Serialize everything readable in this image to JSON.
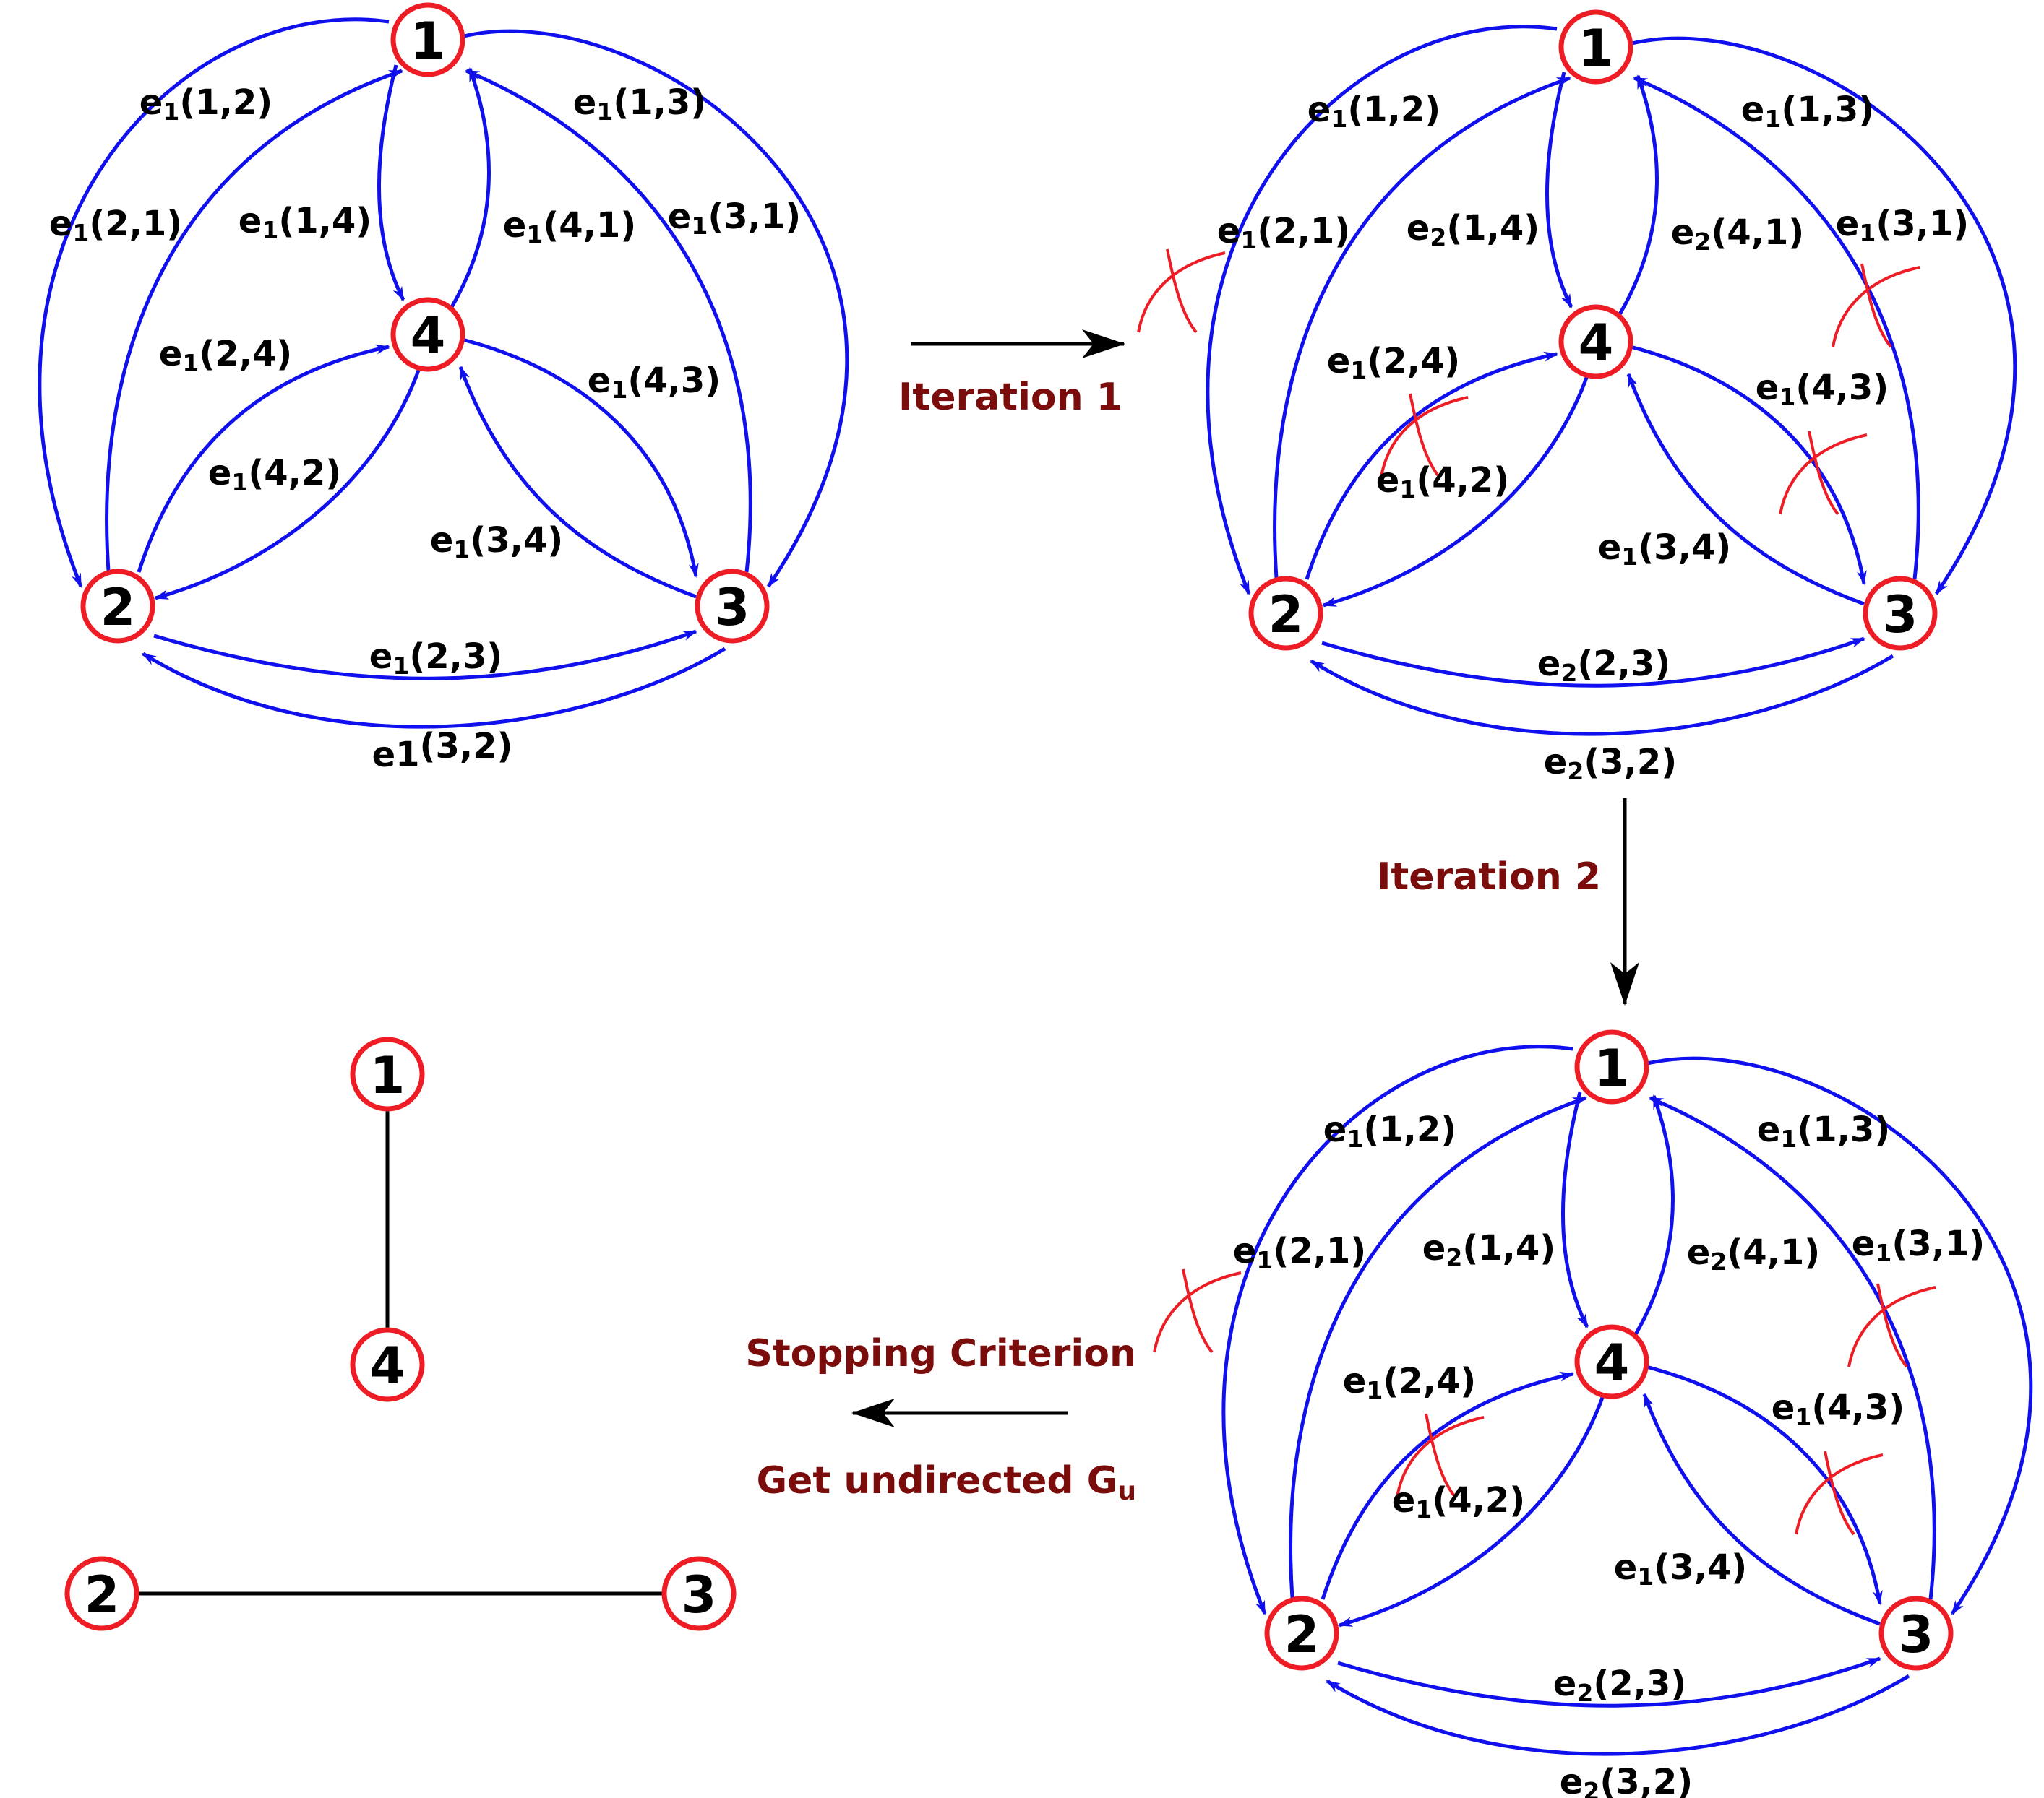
{
  "colors": {
    "node_stroke": "#ee1c24",
    "edge": "#1010ee",
    "cut_mark": "#ee1c24",
    "step_text": "#7b0c0c",
    "arrow": "#000000"
  },
  "steps": {
    "iteration1": "Iteration 1",
    "iteration2": "Iteration 2",
    "stopping": "Stopping Criterion",
    "undirected_prefix": "Get undirected G",
    "undirected_sub": "u"
  },
  "graphs": [
    {
      "id": "g0",
      "nodes": [
        "1",
        "2",
        "3",
        "4"
      ],
      "edges": [
        {
          "from": "1",
          "to": "2",
          "label": "e",
          "sub": "1",
          "pair": "(1,2)",
          "removed": false
        },
        {
          "from": "2",
          "to": "1",
          "label": "e",
          "sub": "1",
          "pair": "(2,1)",
          "removed": false
        },
        {
          "from": "1",
          "to": "3",
          "label": "e",
          "sub": "1",
          "pair": "(1,3)",
          "removed": false
        },
        {
          "from": "3",
          "to": "1",
          "label": "e",
          "sub": "1",
          "pair": "(3,1)",
          "removed": false
        },
        {
          "from": "1",
          "to": "4",
          "label": "e",
          "sub": "1",
          "pair": "(1,4)",
          "removed": false
        },
        {
          "from": "4",
          "to": "1",
          "label": "e",
          "sub": "1",
          "pair": "(4,1)",
          "removed": false
        },
        {
          "from": "2",
          "to": "4",
          "label": "e",
          "sub": "1",
          "pair": "(2,4)",
          "removed": false
        },
        {
          "from": "4",
          "to": "2",
          "label": "e",
          "sub": "1",
          "pair": "(4,2)",
          "removed": false
        },
        {
          "from": "4",
          "to": "3",
          "label": "e",
          "sub": "1",
          "pair": "(4,3)",
          "removed": false
        },
        {
          "from": "3",
          "to": "4",
          "label": "e",
          "sub": "1",
          "pair": "(3,4)",
          "removed": false
        },
        {
          "from": "2",
          "to": "3",
          "label": "e",
          "sub": "1",
          "pair": "(2,3)",
          "removed": false
        },
        {
          "from": "3",
          "to": "2",
          "label": "e1",
          "sub": "",
          "pair": "(3,2)",
          "removed": false
        }
      ]
    },
    {
      "id": "g1",
      "nodes": [
        "1",
        "2",
        "3",
        "4"
      ],
      "edges": [
        {
          "from": "1",
          "to": "2",
          "label": "e",
          "sub": "1",
          "pair": "(1,2)",
          "removed": false
        },
        {
          "from": "2",
          "to": "1",
          "label": "e",
          "sub": "1",
          "pair": "(2,1)",
          "removed": true
        },
        {
          "from": "1",
          "to": "3",
          "label": "e",
          "sub": "1",
          "pair": "(1,3)",
          "removed": false
        },
        {
          "from": "3",
          "to": "1",
          "label": "e",
          "sub": "1",
          "pair": "(3,1)",
          "removed": true
        },
        {
          "from": "1",
          "to": "4",
          "label": "e",
          "sub": "2",
          "pair": "(1,4)",
          "removed": false
        },
        {
          "from": "4",
          "to": "1",
          "label": "e",
          "sub": "2",
          "pair": "(4,1)",
          "removed": false
        },
        {
          "from": "2",
          "to": "4",
          "label": "e",
          "sub": "1",
          "pair": "(2,4)",
          "removed": true
        },
        {
          "from": "4",
          "to": "2",
          "label": "e",
          "sub": "1",
          "pair": "(4,2)",
          "removed": false
        },
        {
          "from": "4",
          "to": "3",
          "label": "e",
          "sub": "1",
          "pair": "(4,3)",
          "removed": true
        },
        {
          "from": "3",
          "to": "4",
          "label": "e",
          "sub": "1",
          "pair": "(3,4)",
          "removed": false
        },
        {
          "from": "2",
          "to": "3",
          "label": "e",
          "sub": "2",
          "pair": "(2,3)",
          "removed": false
        },
        {
          "from": "3",
          "to": "2",
          "label": "e",
          "sub": "2",
          "pair": "(3,2)",
          "removed": false
        }
      ]
    },
    {
      "id": "g2",
      "nodes": [
        "1",
        "2",
        "3",
        "4"
      ],
      "edges": [
        {
          "from": "1",
          "to": "2",
          "label": "e",
          "sub": "1",
          "pair": "(1,2)",
          "removed": false
        },
        {
          "from": "2",
          "to": "1",
          "label": "e",
          "sub": "1",
          "pair": "(2,1)",
          "removed": true
        },
        {
          "from": "1",
          "to": "3",
          "label": "e",
          "sub": "1",
          "pair": "(1,3)",
          "removed": false
        },
        {
          "from": "3",
          "to": "1",
          "label": "e",
          "sub": "1",
          "pair": "(3,1)",
          "removed": true
        },
        {
          "from": "1",
          "to": "4",
          "label": "e",
          "sub": "2",
          "pair": "(1,4)",
          "removed": false
        },
        {
          "from": "4",
          "to": "1",
          "label": "e",
          "sub": "2",
          "pair": "(4,1)",
          "removed": false
        },
        {
          "from": "2",
          "to": "4",
          "label": "e",
          "sub": "1",
          "pair": "(2,4)",
          "removed": true
        },
        {
          "from": "4",
          "to": "2",
          "label": "e",
          "sub": "1",
          "pair": "(4,2)",
          "removed": false
        },
        {
          "from": "4",
          "to": "3",
          "label": "e",
          "sub": "1",
          "pair": "(4,3)",
          "removed": true
        },
        {
          "from": "3",
          "to": "4",
          "label": "e",
          "sub": "1",
          "pair": "(3,4)",
          "removed": false
        },
        {
          "from": "2",
          "to": "3",
          "label": "e",
          "sub": "2",
          "pair": "(2,3)",
          "removed": false
        },
        {
          "from": "3",
          "to": "2",
          "label": "e",
          "sub": "2",
          "pair": "(3,2)",
          "removed": false
        }
      ]
    },
    {
      "id": "gu",
      "nodes": [
        "1",
        "4",
        "2",
        "3"
      ],
      "edges": [
        {
          "from": "1",
          "to": "4"
        },
        {
          "from": "2",
          "to": "3"
        }
      ]
    }
  ]
}
